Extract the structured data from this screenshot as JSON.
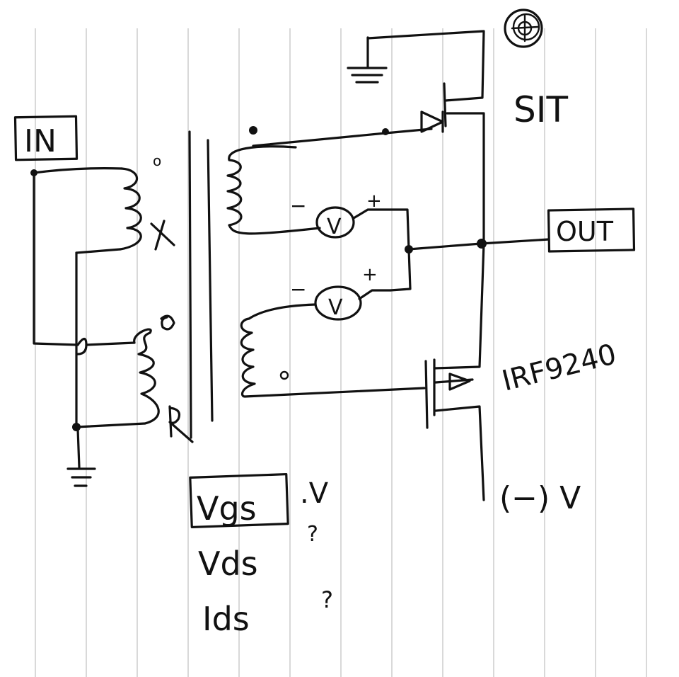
{
  "labels": {
    "in": "IN",
    "out": "OUT",
    "sit": "SIT",
    "plus_supply": "⊕",
    "part_number": "IRF9240",
    "neg_supply": "(−) V",
    "meter": "V",
    "plus": "+",
    "minus": "−",
    "dot_mark": "o",
    "x_mark": "X",
    "r_mark": "R"
  },
  "table": [
    {
      "name": "Vgs",
      "value": ".V"
    },
    {
      "name": "Vds",
      "value": "?"
    },
    {
      "name": "Ids",
      "value": "?"
    }
  ],
  "colors": {
    "ink": "#111111",
    "paper": "#ffffff",
    "rule": "#c9c9c9"
  }
}
